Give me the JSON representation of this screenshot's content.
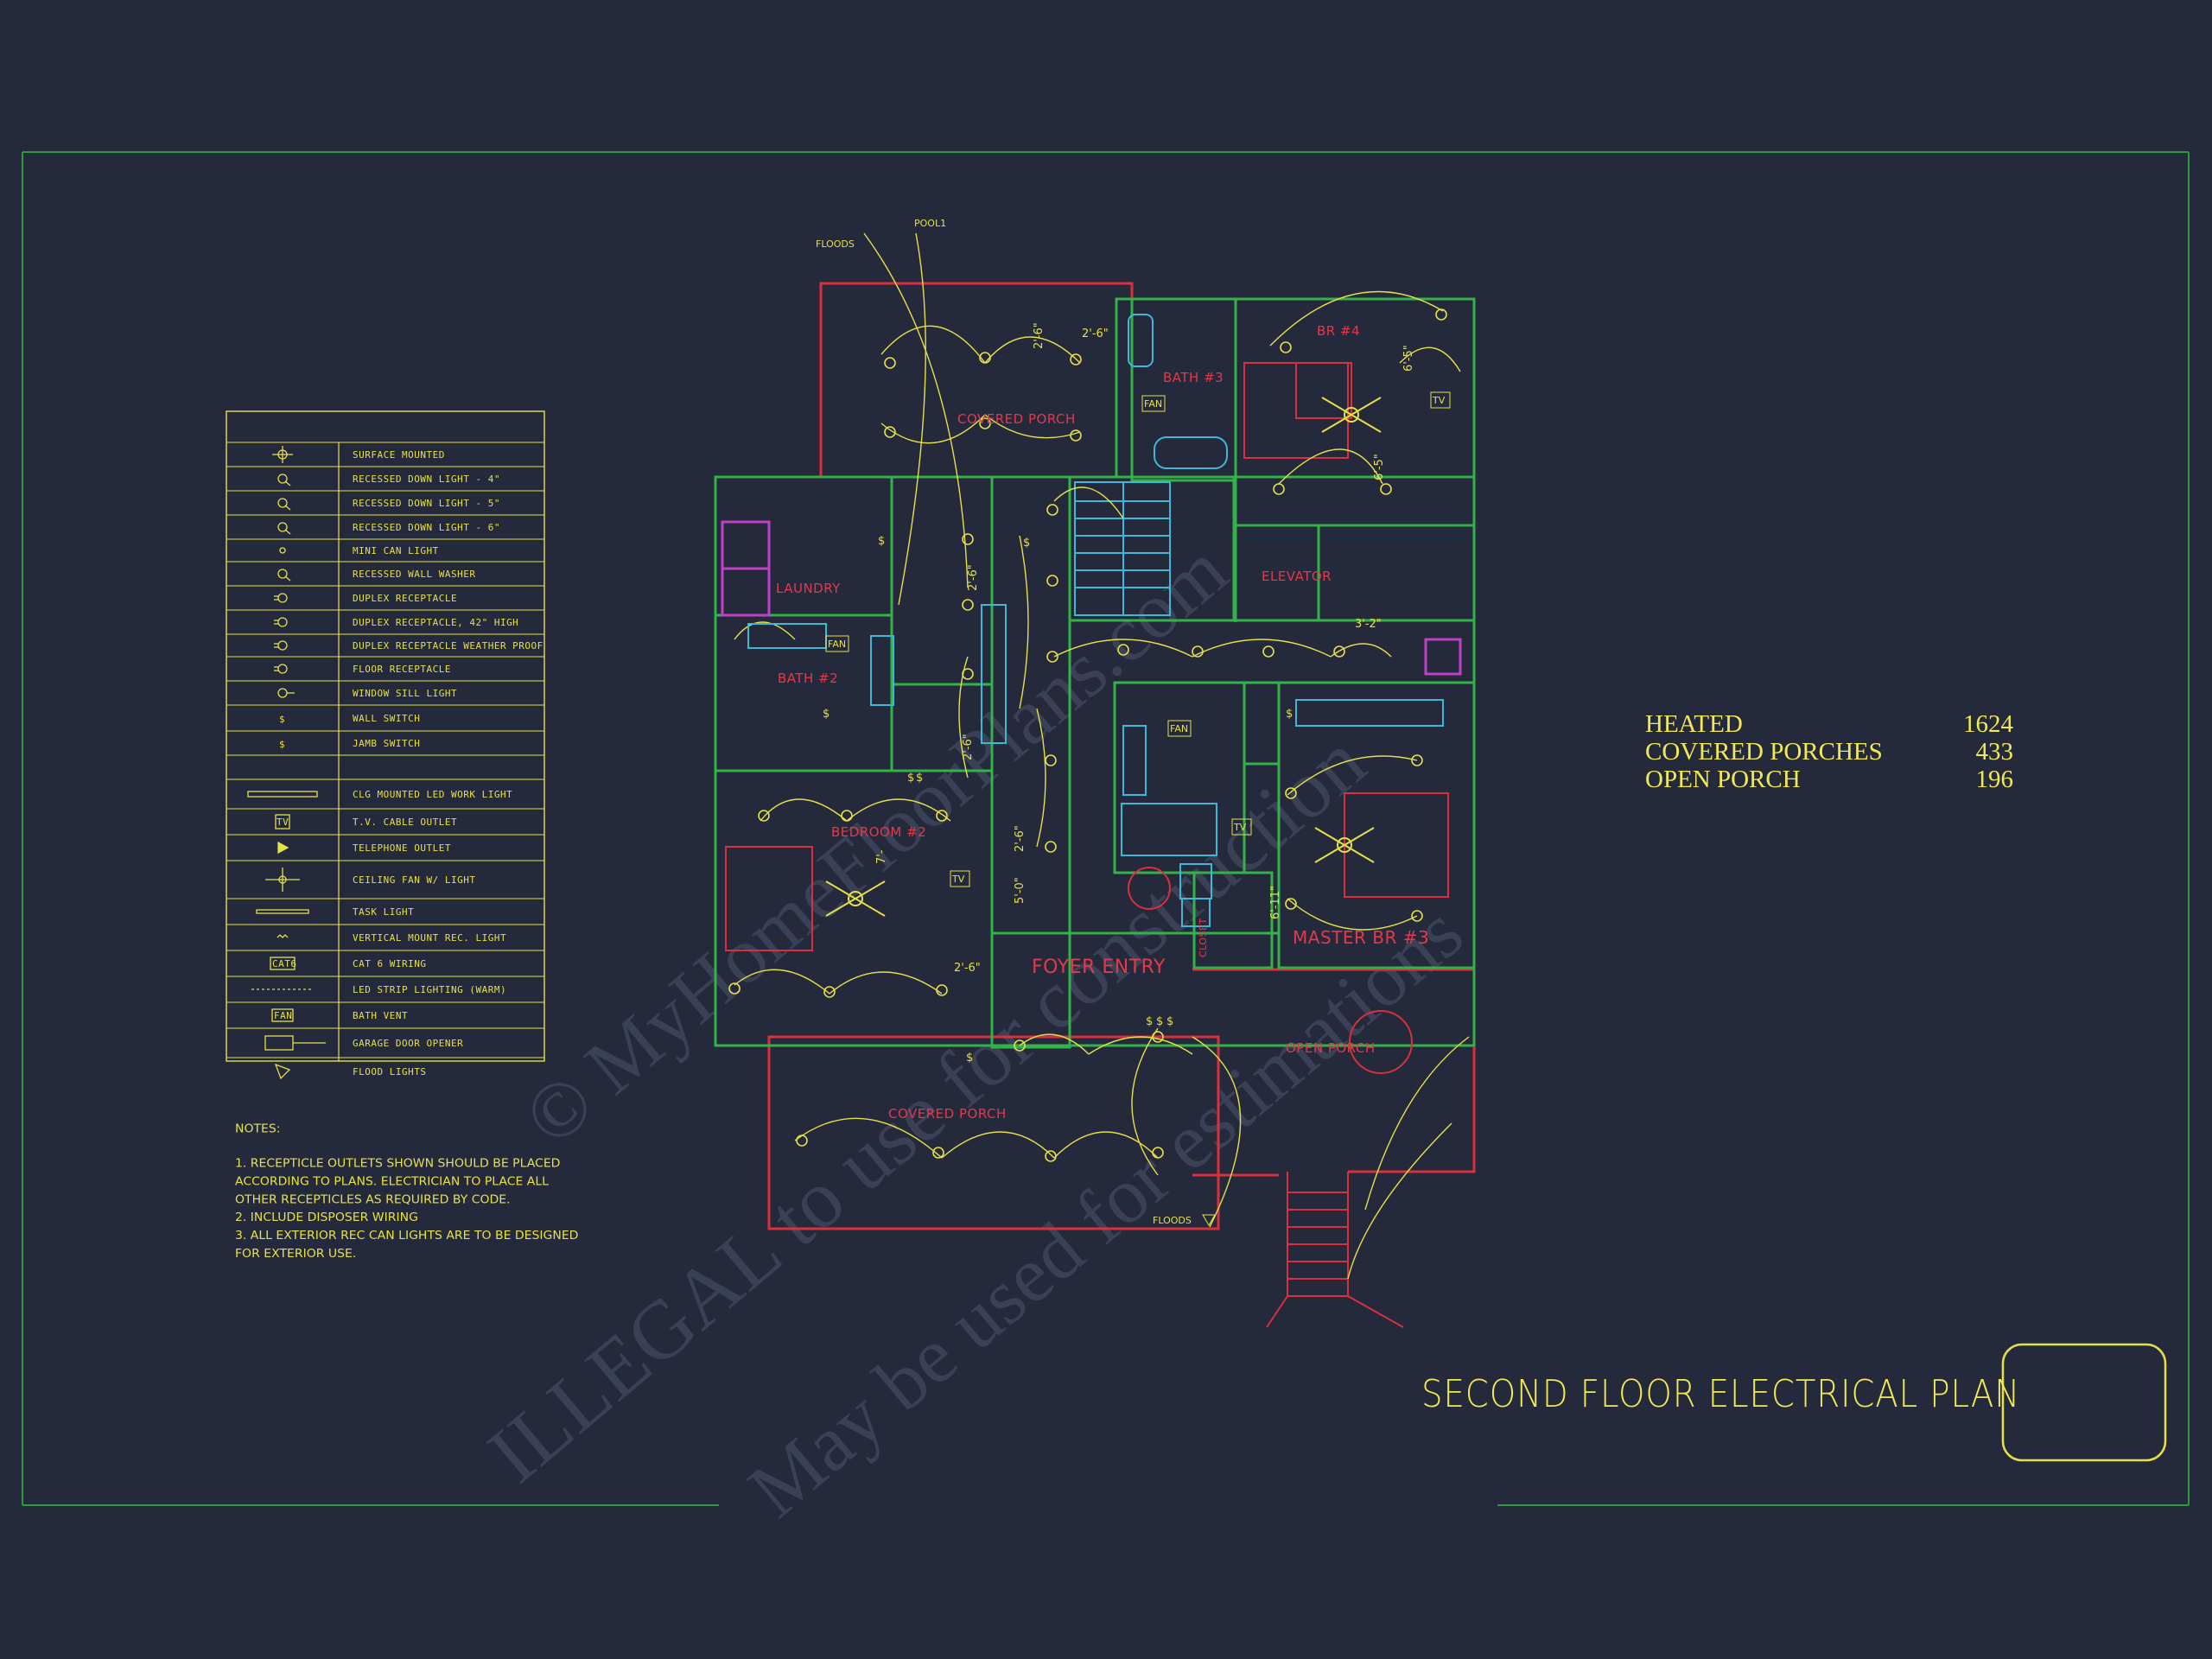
{
  "watermark": {
    "line1": "© MyHomeFloorPlans.com",
    "line2": "ILLEGAL to use for construction",
    "line3": "May be used for estimations"
  },
  "legend": {
    "rows": [
      {
        "icon": "surface-mounted-icon",
        "label": "SURFACE MOUNTED"
      },
      {
        "icon": "recessed-light-4-icon",
        "label": "RECESSED DOWN LIGHT - 4\""
      },
      {
        "icon": "recessed-light-5-icon",
        "label": "RECESSED DOWN LIGHT - 5\""
      },
      {
        "icon": "recessed-light-6-icon",
        "label": "RECESSED DOWN LIGHT - 6\""
      },
      {
        "icon": "mini-can-light-icon",
        "label": "MINI CAN LIGHT"
      },
      {
        "icon": "wall-washer-icon",
        "label": "RECESSED WALL WASHER"
      },
      {
        "icon": "duplex-receptacle-icon",
        "label": "DUPLEX RECEPTACLE"
      },
      {
        "icon": "duplex-receptacle-42-icon",
        "label": "DUPLEX RECEPTACLE, 42\" HIGH"
      },
      {
        "icon": "weatherproof-receptacle-icon",
        "label": "DUPLEX RECEPTACLE WEATHER PROOF"
      },
      {
        "icon": "floor-receptacle-icon",
        "label": "FLOOR RECEPTACLE"
      },
      {
        "icon": "window-sill-light-icon",
        "label": "WINDOW SILL LIGHT"
      },
      {
        "icon": "wall-switch-icon",
        "label": "WALL SWITCH"
      },
      {
        "icon": "jamb-switch-icon",
        "label": "JAMB SWITCH"
      },
      {
        "icon": "",
        "label": ""
      },
      {
        "icon": "led-work-light-icon",
        "label": "CLG MOUNTED LED WORK LIGHT"
      },
      {
        "icon": "tv-outlet-icon",
        "label": "T.V. CABLE OUTLET"
      },
      {
        "icon": "telephone-outlet-icon",
        "label": "TELEPHONE OUTLET"
      },
      {
        "icon": "ceiling-fan-icon",
        "label": "CEILING FAN W/ LIGHT"
      },
      {
        "icon": "task-light-icon",
        "label": "TASK LIGHT"
      },
      {
        "icon": "vertical-rec-light-icon",
        "label": "VERTICAL MOUNT REC. LIGHT"
      },
      {
        "icon": "cat6-icon",
        "label": "CAT 6 WIRING"
      },
      {
        "icon": "led-strip-icon",
        "label": "LED STRIP LIGHTING (WARM)"
      },
      {
        "icon": "bath-vent-icon",
        "label": "BATH VENT"
      },
      {
        "icon": "garage-door-icon",
        "label": "GARAGE DOOR OPENER"
      },
      {
        "icon": "flood-light-icon",
        "label": "FLOOD LIGHTS"
      }
    ],
    "cat6_text": "CAT6",
    "fan_text": "FAN",
    "tv_text": "TV"
  },
  "notes": {
    "heading": "NOTES:",
    "items": [
      "1. RECEPTICLE OUTLETS SHOWN SHOULD BE PLACED ACCORDING TO PLANS. ELECTRICIAN TO PLACE ALL OTHER RECEPTICLES AS REQUIRED BY CODE.",
      "2. INCLUDE DISPOSER WIRING",
      "3. ALL EXTERIOR REC CAN LIGHTS ARE TO BE DESIGNED FOR EXTERIOR USE."
    ]
  },
  "areas": [
    {
      "label": "HEATED",
      "value": "1624"
    },
    {
      "label": "COVERED PORCHES",
      "value": "433"
    },
    {
      "label": "OPEN PORCH",
      "value": "196"
    }
  ],
  "title": "SECOND FLOOR ELECTRICAL PLAN",
  "plan": {
    "rooms": {
      "covered_porch_top": "COVERED PORCH",
      "laundry": "LAUNDRY",
      "bath2": "BATH #2",
      "bath3": "BATH #3",
      "br4": "BR #4",
      "bedroom2": "BEDROOM #2",
      "elevator": "ELEVATOR",
      "foyer": "FOYER ENTRY",
      "master": "MASTER BR #3",
      "open_porch": "OPEN PORCH",
      "covered_porch_bottom": "COVERED PORCH",
      "closet": "CLOSET"
    },
    "callouts": {
      "floods_top": "FLOODS",
      "pool": "POOL1",
      "floods_bottom": "FLOODS"
    },
    "dimensions": {
      "d1": "2'-6\"",
      "d2": "2'-6\"",
      "d3": "2'-6\"",
      "d4": "3'-2\"",
      "d5": "6'-5\"",
      "d6": "6'-5\"",
      "d7": "2'-6\"",
      "d8": "5'-0\"",
      "d9": "2'-6\"",
      "d10": "2'-6\"",
      "d11": "6'-11\"",
      "d12": "7'-"
    },
    "fan_tag": "FAN",
    "tv_tag": "TV",
    "switch_glyph": "$"
  }
}
